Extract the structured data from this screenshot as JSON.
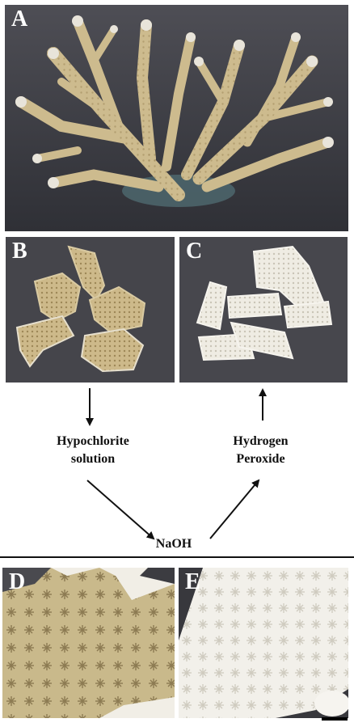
{
  "figure": {
    "panels": {
      "a": {
        "label": "A"
      },
      "b": {
        "label": "B"
      },
      "c": {
        "label": "C"
      },
      "d": {
        "label": "D"
      },
      "e": {
        "label": "E"
      }
    },
    "steps": {
      "hypochlorite_line1": "Hypochlorite",
      "hypochlorite_line2": "solution",
      "peroxide_line1": "Hydrogen",
      "peroxide_line2": "Peroxide",
      "naoh": "NaOH"
    }
  },
  "colors": {
    "coral_raw": "#cbb98c",
    "coral_bleached": "#eeeae0",
    "background_dark": "#3f3f44",
    "label_text": "#ffffff",
    "text": "#111111"
  }
}
